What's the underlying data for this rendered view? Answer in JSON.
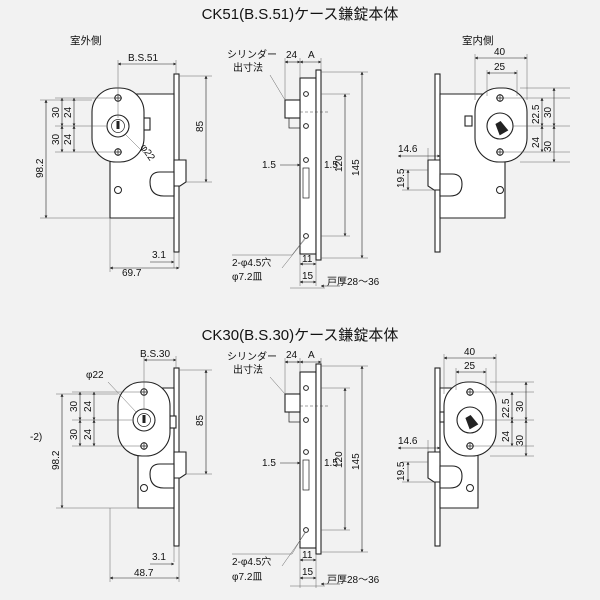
{
  "diagrams": [
    {
      "title": "CK51(B.S.51)ケース鎌錠本体",
      "outside_label": "室外側",
      "inside_label": "室内側",
      "left": {
        "bs": "B.S.51",
        "width": "69.7",
        "h_total": "98.2",
        "d30a": "30",
        "d24a": "24",
        "d30b": "30",
        "d24b": "24",
        "h85": "85",
        "dia22": "φ22",
        "d31": "3.1"
      },
      "side": {
        "cyl_label_1": "シリンダー",
        "cyl_label_2": "出寸法",
        "d24": "24",
        "dA": "A",
        "d15a": "1.5",
        "d15b": "1.5",
        "d120": "120",
        "d145": "145",
        "d11": "11",
        "d15": "15",
        "holes": "2-φ4.5穴",
        "countersink": "φ7.2皿",
        "door": "戸厚28～36"
      },
      "right": {
        "d40": "40",
        "d25": "25",
        "d225": "22.5",
        "d30a": "30",
        "d24": "24",
        "d30b": "30",
        "d146": "14.6",
        "d195": "19.5"
      }
    },
    {
      "title": "CK30(B.S.30)ケース鎌錠本体",
      "left": {
        "bs": "B.S.30",
        "width": "48.7",
        "h_total": "98.2",
        "d30a": "30",
        "d24a": "24",
        "d30b": "30",
        "d24b": "24",
        "h85": "85",
        "dia22": "φ22",
        "d31": "3.1"
      },
      "side": {
        "cyl_label_1": "シリンダー",
        "cyl_label_2": "出寸法",
        "d24": "24",
        "dA": "A",
        "d15a": "1.5",
        "d15b": "1.5",
        "d120": "120",
        "d145": "145",
        "d11": "11",
        "d15": "15",
        "holes": "2-φ4.5穴",
        "countersink": "φ7.2皿",
        "door": "戸厚28～36"
      },
      "right": {
        "d40": "40",
        "d25": "25",
        "d225": "22.5",
        "d30a": "30",
        "d24": "24",
        "d30b": "30",
        "d146": "14.6",
        "d195": "19.5"
      },
      "side_note": "-2)"
    }
  ]
}
